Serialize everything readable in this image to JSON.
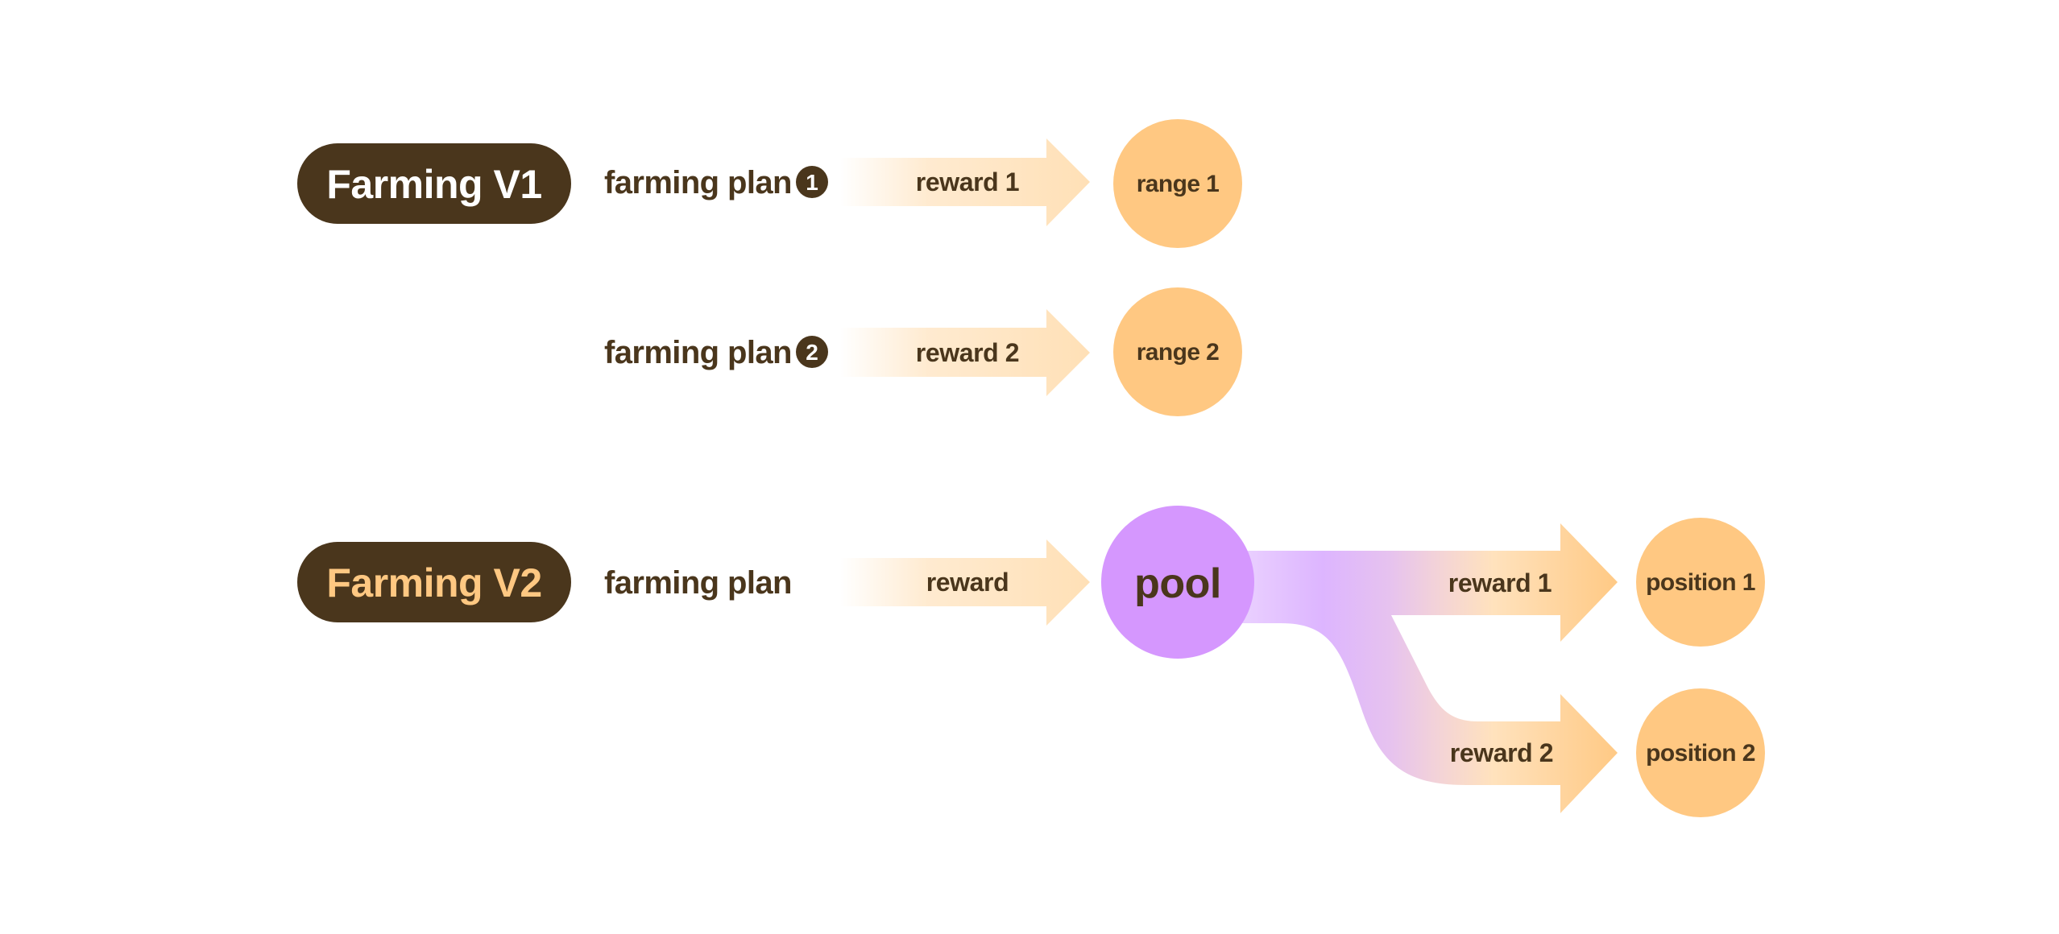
{
  "colors": {
    "dark_brown": "#4a361c",
    "light_text": "#ffffff",
    "v2_label": "#ffc882",
    "node_orange": "#ffc882",
    "arrow_light": "#ffe2bc",
    "arrow_deep": "#ffca85",
    "pool_purple": "#d597fe",
    "band_lavender": "#e8ccff",
    "band_violet": "#ddb4ff",
    "band_pink": "#f2d3d8"
  },
  "v1": {
    "label": "Farming V1",
    "plans": [
      {
        "label": "farming plan",
        "badge": "1",
        "reward": "reward 1",
        "target": "range 1"
      },
      {
        "label": "farming plan",
        "badge": "2",
        "reward": "reward 2",
        "target": "range 2"
      }
    ]
  },
  "v2": {
    "label": "Farming V2",
    "plan_label": "farming plan",
    "reward": "reward",
    "pool": "pool",
    "branches": [
      {
        "reward": "reward 1",
        "target": "position 1"
      },
      {
        "reward": "reward 2",
        "target": "position 2"
      }
    ]
  }
}
